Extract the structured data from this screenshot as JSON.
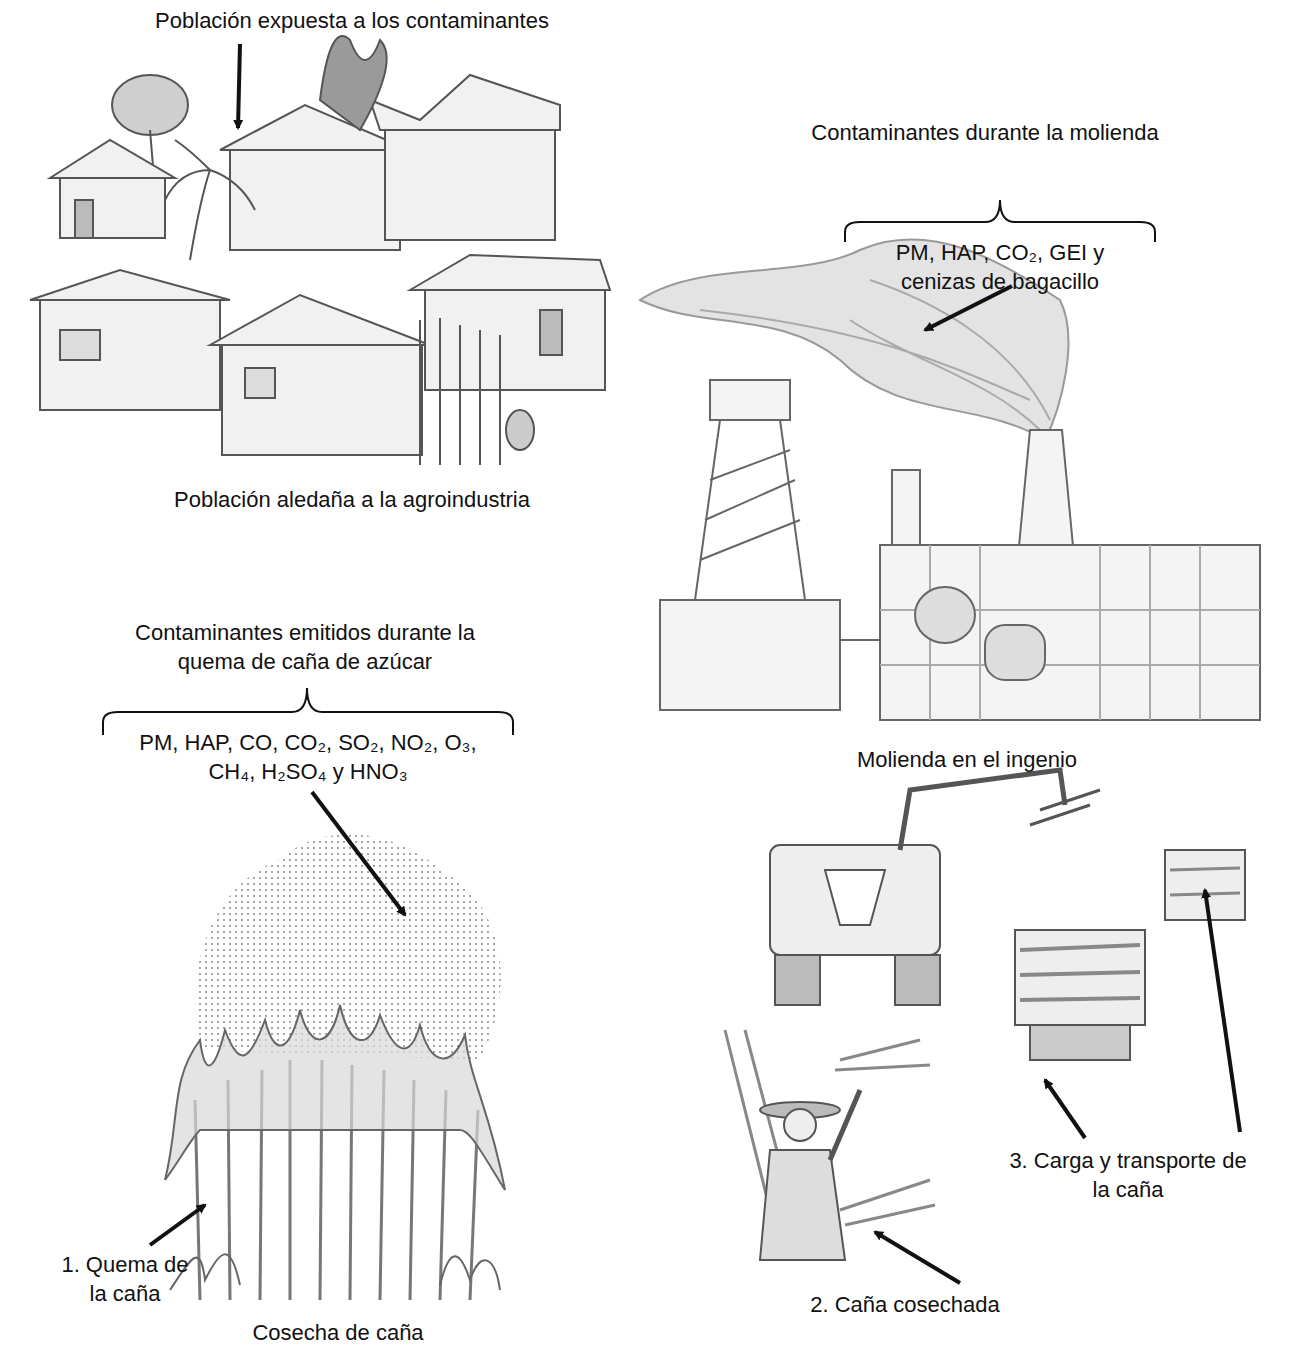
{
  "diagram": {
    "labels": [
      "Población expuesta a los contaminantes",
      "Contaminantes durante la molienda",
      "PM, HAP, CO₂, GEI y cenizas de bagacillo",
      "Población aledaña a la agroindustria",
      "Contaminantes emitidos durante la quema de caña de azúcar",
      "PM,  HAP, CO, CO₂, SO₂, NO₂, O₃, CH₄, H₂SO₄ y HNO₃",
      "Molienda en el ingenio",
      "3. Carga y transporte de la caña",
      "1. Quema de la caña",
      "2. Caña cosechada",
      "Cosecha de caña"
    ]
  }
}
